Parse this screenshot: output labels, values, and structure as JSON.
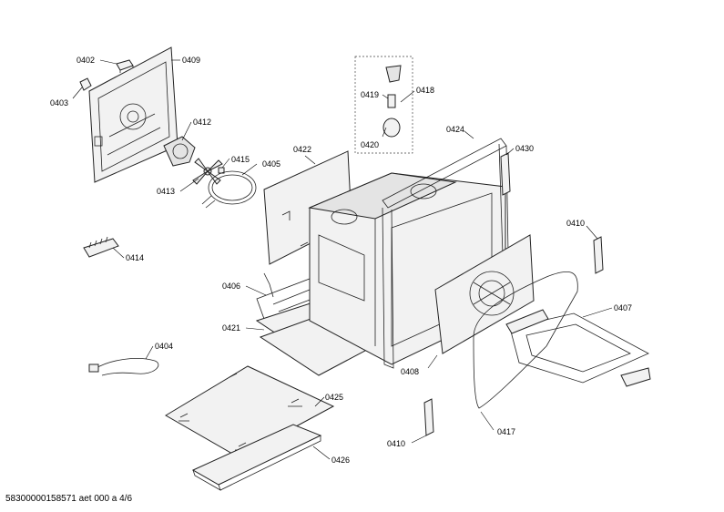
{
  "labels": {
    "p0402": "0402",
    "p0403": "0403",
    "p0409": "0409",
    "p0412": "0412",
    "p0413": "0413",
    "p0415": "0415",
    "p0405": "0405",
    "p0414": "0414",
    "p0404": "0404",
    "p0406": "0406",
    "p0421": "0421",
    "p0422": "0422",
    "p0419": "0419",
    "p0418": "0418",
    "p0420": "0420",
    "p0424": "0424",
    "p0430": "0430",
    "p0410a": "0410",
    "p0410b": "0410",
    "p0407": "0407",
    "p0408": "0408",
    "p0417": "0417",
    "p0425": "0425",
    "p0426": "0426"
  },
  "footer": "58300000158571 aet 000 a 4/6"
}
